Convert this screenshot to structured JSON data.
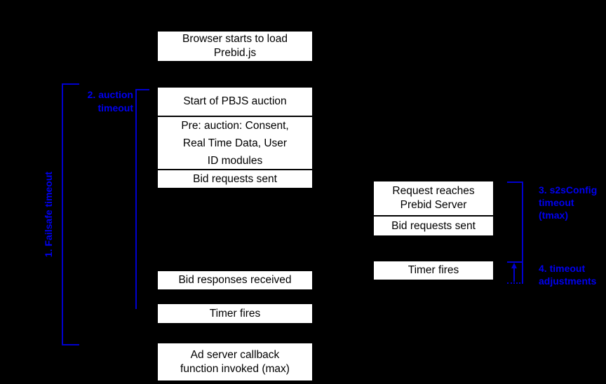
{
  "diagram": {
    "background": "#000000",
    "box_background": "#ffffff",
    "box_text_color": "#000000",
    "accent_blue": "#0000f0",
    "boxes": {
      "browser_load": "Browser starts to load\nPrebid.js",
      "start_auction": "Start of PBJS auction",
      "pre_auction": "Pre: auction: Consent,\nReal Time Data, User\nID modules",
      "bid_requests_left": "Bid requests sent",
      "bid_responses": "Bid responses received",
      "timer_left": "Timer fires",
      "ad_server": "Ad server callback\nfunction invoked (max)",
      "request_reaches": "Request reaches\nPrebid Server",
      "bid_requests_right": "Bid requests sent",
      "timer_right": "Timer fires"
    },
    "labels": {
      "failsafe": "1. Failsafe timeout",
      "auction": "2. auction\ntimeout",
      "s2s": "3. s2sConfig\ntimeout (tmax)",
      "adjustments": "4. timeout\nadjustments"
    }
  }
}
